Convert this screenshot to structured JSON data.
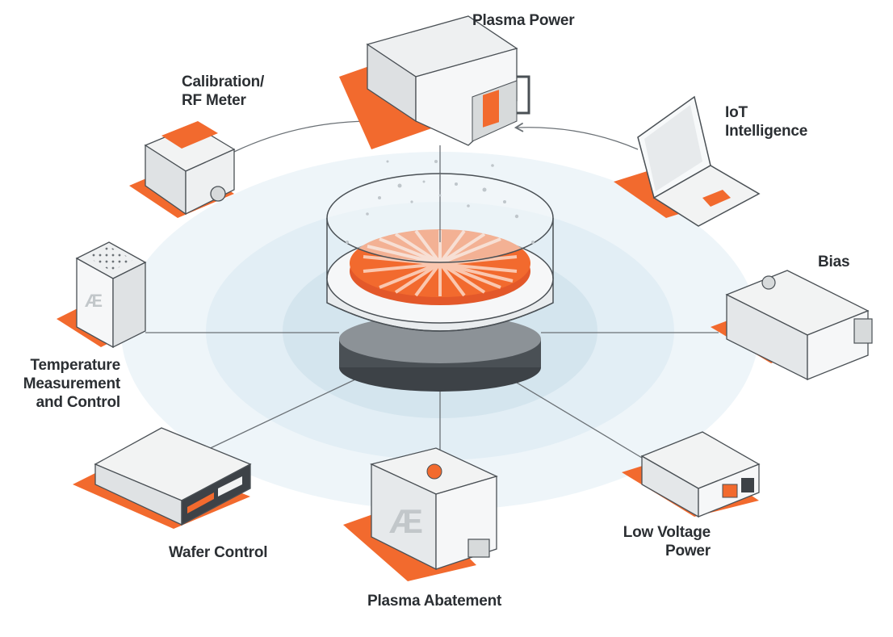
{
  "labels": {
    "plasma_power": "Plasma Power",
    "calibration": [
      "Calibration/",
      "RF Meter"
    ],
    "iot": [
      "IoT",
      "Intelligence"
    ],
    "bias": "Bias",
    "temperature": [
      "Temperature",
      "Measurement",
      "and Control"
    ],
    "wafer_control": "Wafer Control",
    "plasma_abatement": "Plasma Abatement",
    "low_voltage": [
      "Low Voltage",
      "Power"
    ]
  },
  "colors": {
    "accent": "#f26a2e",
    "line": "#6b7176",
    "device_light": "#f2f3f3",
    "device_mid": "#d7dadb",
    "device_dark": "#a9aeb1",
    "halo": "#e6f1f7",
    "text": "#2b2f33"
  },
  "icons": {
    "logo_mark": "ae-logo-icon"
  }
}
